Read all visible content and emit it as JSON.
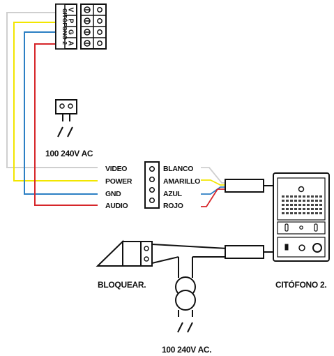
{
  "title": "",
  "panel": {
    "header": "CITÓFONO 2",
    "terminals": [
      "V",
      "P",
      "G",
      "A"
    ]
  },
  "power_top": {
    "label": "100 240V AC"
  },
  "signals": [
    "VIDEO",
    "POWER",
    "GND",
    "AUDIO"
  ],
  "wire_colors": [
    "BLANCO",
    "AMARILLO",
    "AZUL",
    "ROJO"
  ],
  "lock": {
    "label": "BLOQUEAR."
  },
  "power_bottom": {
    "label": "100 240V AC."
  },
  "intercom": {
    "label": "CITÓFONO 2."
  },
  "colors": {
    "white_wire": "#cfcfcf",
    "yellow_wire": "#f2e600",
    "blue_wire": "#2c7fc4",
    "red_wire": "#d6262a",
    "line": "#111111"
  }
}
